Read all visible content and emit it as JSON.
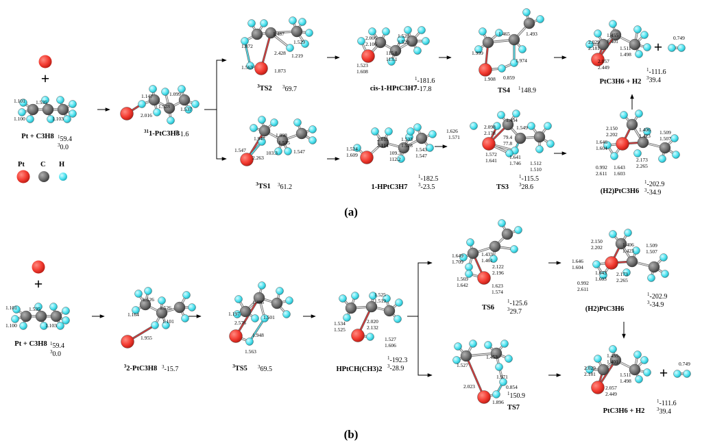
{
  "legend": {
    "pt": "Pt",
    "c": "C",
    "h": "H"
  },
  "panel_a": "(a)",
  "panel_b": "(b)",
  "a": {
    "reactant": {
      "name": "Pt + C3H8",
      "e1": "59.4",
      "e3": "0.0",
      "b1": "1.101",
      "b2": "1.535",
      "b3": "1.100",
      "b4": "1.103"
    },
    "s1": {
      "name": "1-PtC3H8",
      "e3": "-1.6",
      "b1": "1.147",
      "b2": "1.099",
      "b3": "2.016",
      "b4": "1.528",
      "b5": "1.537"
    },
    "ts2": {
      "name": "TS2",
      "e3": "69.7",
      "b1": "1.487",
      "b2": "1.529",
      "b3": "1.872",
      "b4": "2.428",
      "b5": "1.219",
      "b6": "1.563",
      "b7": "1.873"
    },
    "cis": {
      "name": "cis-1-HPtC3H7",
      "e1": "-181.6",
      "e3": "-17.8",
      "b1": "2.006",
      "b2": "2.106",
      "b3": "1.528",
      "b4": "1.520",
      "b5": "115.8",
      "b6": "113.1",
      "b7": "1.523",
      "b8": "1.608"
    },
    "ts4": {
      "name": "TS4",
      "e1": "148.9",
      "b1": "1.465",
      "b2": "1.493",
      "b3": "1.999",
      "b4": "1.974",
      "b5": "1.908",
      "b6": "0.859"
    },
    "prod": {
      "name": "PtC3H6 + H2",
      "e1": "-111.6",
      "e3": "39.4",
      "b1": "1.455",
      "b2": "1.401",
      "b3": "2.029",
      "b4": "2.181",
      "b5": "1.511",
      "b6": "1.498",
      "b7": "2.057",
      "b8": "2.449",
      "h2": "0.749"
    },
    "ts1": {
      "name": "TS1",
      "e3": "61.2",
      "b1": "1.947",
      "b2": "1.098",
      "b3": "1.515",
      "b4": "1.547",
      "b5": "2.263",
      "b6": "103.3",
      "b7": "1.547"
    },
    "hpt": {
      "name": "1-HPtC3H7",
      "e1": "-182.5",
      "e3": "-23.5",
      "b1": "2.011",
      "b2": "2.114",
      "b3": "1.533",
      "b4": "1.528",
      "b5": "1.524",
      "b6": "1.609",
      "b7": "109.3",
      "b8": "112.2",
      "b9": "1.543",
      "b10": "1.547"
    },
    "ts3": {
      "name": "TS3",
      "e1": "-115.5",
      "e3": "28.6",
      "b1": "1.434",
      "b2": "1.549",
      "b3": "1.626",
      "b4": "1.571",
      "b5": "2.098",
      "b6": "2.178",
      "b7": "79.4",
      "b8": "77.8",
      "b9": "1.572",
      "b10": "1.641",
      "b11": "1.641",
      "b12": "1.746",
      "b13": "1.512",
      "b14": "1.510"
    },
    "h2pt": {
      "name": "(H2)PtC3H6",
      "e1": "-202.9",
      "e3": "-34.9",
      "b1": "2.150",
      "b2": "2.202",
      "b3": "1.406",
      "b4": "1.423",
      "b5": "1.509",
      "b6": "1.507",
      "b7": "1.646",
      "b8": "1.604",
      "b9": "2.173",
      "b10": "2.265",
      "b11": "0.992",
      "b12": "2.611",
      "b13": "1.643",
      "b14": "1.603"
    }
  },
  "b": {
    "reactant": {
      "name": "Pt + C3H8",
      "e1": "59.4",
      "e3": "0.0",
      "b1": "1.101",
      "b2": "1.535",
      "b3": "1.100",
      "b4": "1.103"
    },
    "s2": {
      "name": "2-PtC3H8",
      "e3": "-15.7",
      "b1": "1.526",
      "b2": "1.526",
      "b3": "1.164",
      "b4": "1.101",
      "b5": "1.955"
    },
    "ts5": {
      "name": "TS5",
      "e3": "69.5",
      "b1": "1.486",
      "b2": "1.197",
      "b3": "1.501",
      "b4": "2.576",
      "b5": "1.948",
      "b6": "1.563"
    },
    "hptch": {
      "name": "HPtCH(CH3)2",
      "e1": "-192.3",
      "e3": "-28.9",
      "b1": "1.525",
      "b2": "1.519",
      "b3": "1.534",
      "b4": "1.525",
      "b5": "2.020",
      "b6": "2.132",
      "b7": "1.527",
      "b8": "1.606"
    },
    "ts6": {
      "name": "TS6",
      "e1": "-125.6",
      "e3": "29.7",
      "b1": "1.433",
      "b2": "1.461",
      "b3": "1.649",
      "b4": "1.709",
      "b5": "2.122",
      "b6": "2.196",
      "b7": "1.569",
      "b8": "1.642",
      "b9": "1.623",
      "b10": "1.574"
    },
    "ts7": {
      "name": "TS7",
      "e1": "150.9",
      "b1": "1.453",
      "b2": "1.527",
      "b3": "1.971",
      "b4": "2.023",
      "b5": "0.854",
      "b6": "1.896"
    },
    "h2pt": {
      "name": "(H2)PtC3H6",
      "e1": "-202.9",
      "e3": "-34.9",
      "b1": "2.150",
      "b2": "2.202",
      "b3": "1.406",
      "b4": "1.423",
      "b5": "1.509",
      "b6": "1.507",
      "b7": "1.646",
      "b8": "1.604",
      "b9": "2.173",
      "b10": "2.265",
      "b11": "0.992",
      "b12": "2.611",
      "b13": "1.643",
      "b14": "1.603"
    },
    "prod": {
      "name": "PtC3H6 + H2",
      "e1": "-111.6",
      "e3": "39.4",
      "b1": "1.455",
      "b2": "1.401",
      "b3": "2.029",
      "b4": "2.181",
      "b5": "1.511",
      "b6": "1.498",
      "b7": "2.057",
      "b8": "2.449",
      "h2": "0.749"
    }
  },
  "colors": {
    "pt": "#f23a30",
    "c": "#6e6e6e",
    "h": "#4fe3f0",
    "bond": "#999999"
  }
}
